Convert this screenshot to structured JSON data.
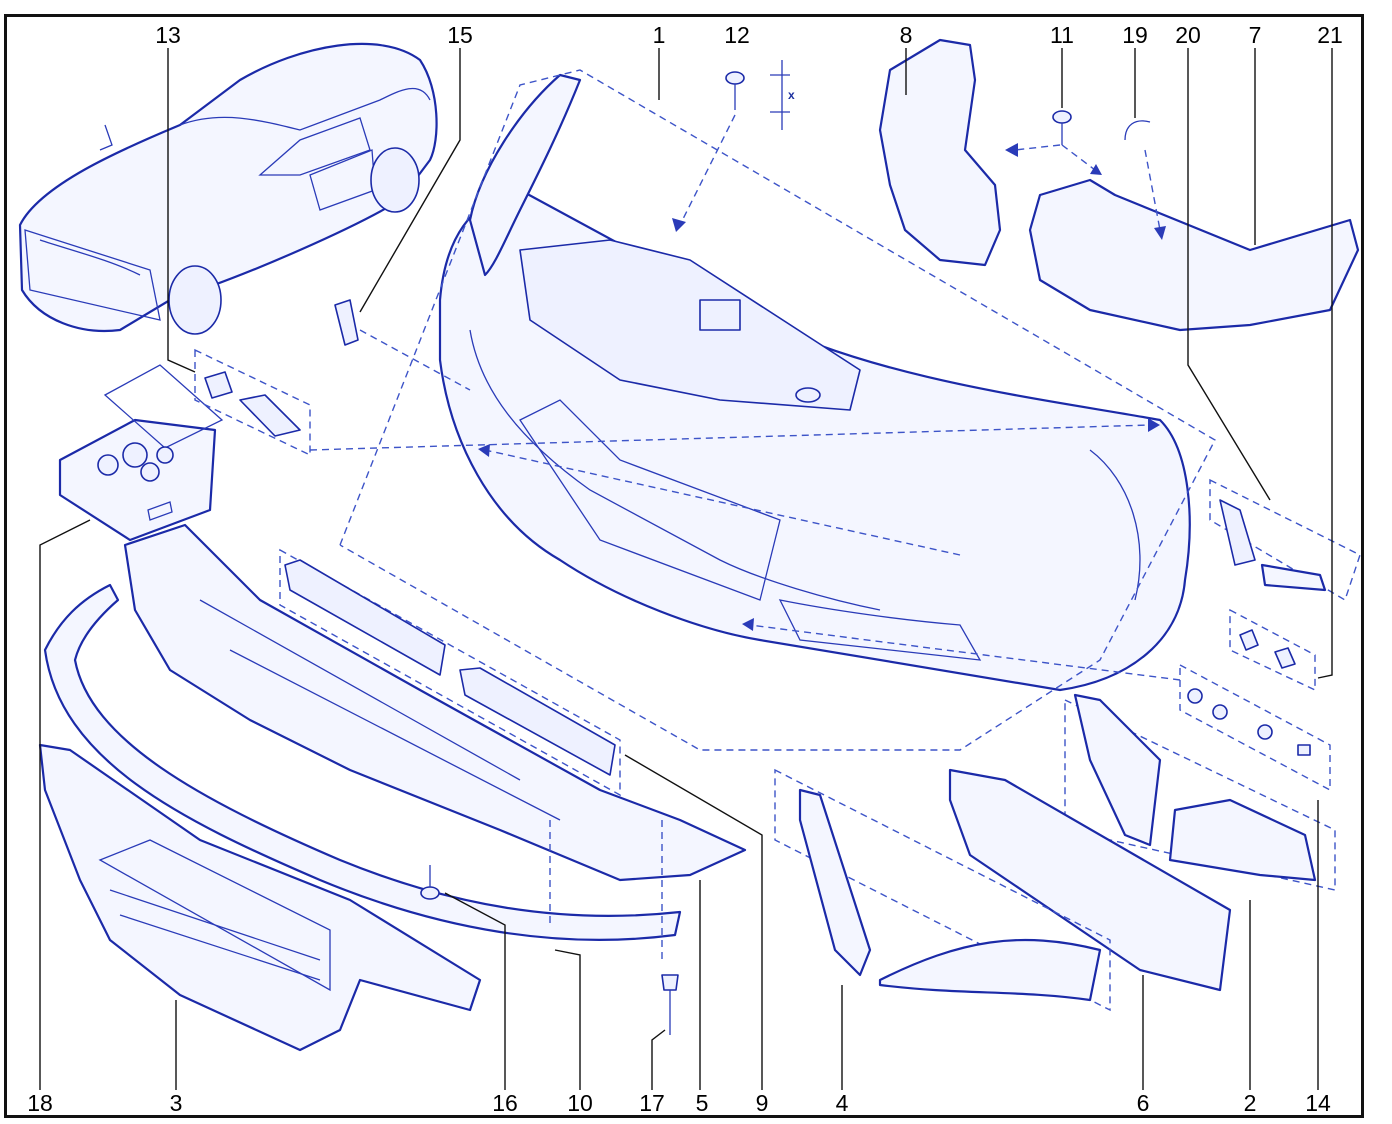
{
  "diagram": {
    "callouts": [
      {
        "id": "c13",
        "label": "13"
      },
      {
        "id": "c15",
        "label": "15"
      },
      {
        "id": "c1",
        "label": "1"
      },
      {
        "id": "c12",
        "label": "12"
      },
      {
        "id": "c8",
        "label": "8"
      },
      {
        "id": "c11",
        "label": "11"
      },
      {
        "id": "c19",
        "label": "19"
      },
      {
        "id": "c20",
        "label": "20"
      },
      {
        "id": "c7",
        "label": "7"
      },
      {
        "id": "c21",
        "label": "21"
      },
      {
        "id": "c18",
        "label": "18"
      },
      {
        "id": "c3",
        "label": "3"
      },
      {
        "id": "c16",
        "label": "16"
      },
      {
        "id": "c10",
        "label": "10"
      },
      {
        "id": "c17",
        "label": "17"
      },
      {
        "id": "c5",
        "label": "5"
      },
      {
        "id": "c9",
        "label": "9"
      },
      {
        "id": "c4",
        "label": "4"
      },
      {
        "id": "c6",
        "label": "6"
      },
      {
        "id": "c2",
        "label": "2"
      },
      {
        "id": "c14",
        "label": "14"
      }
    ],
    "dimension_label": "x",
    "colors": {
      "line": "#1b2aa8",
      "fill": "#f4f6ff",
      "frame": "#111111"
    }
  }
}
